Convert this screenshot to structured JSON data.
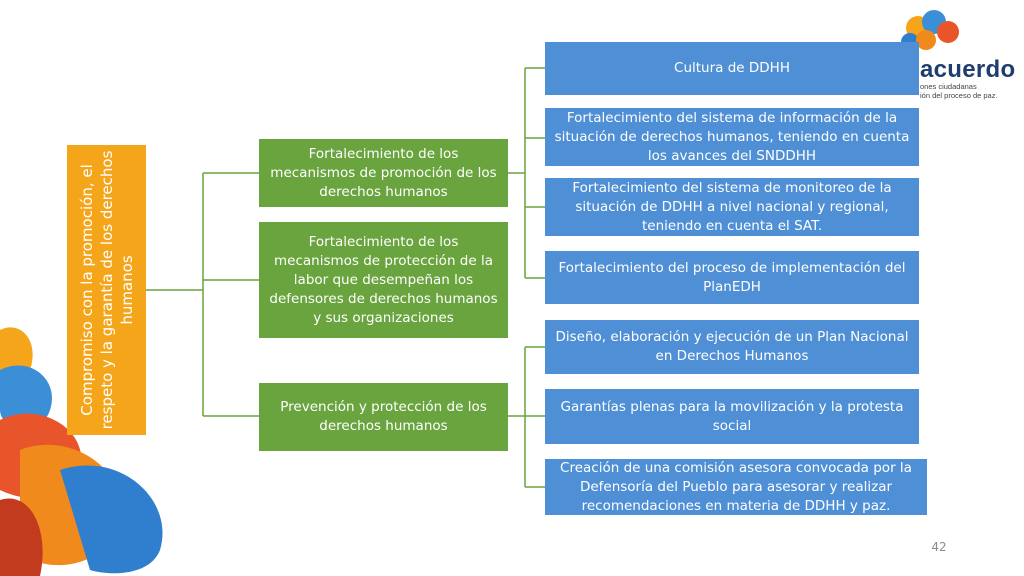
{
  "root": {
    "label": "Compromiso con la promoción, el respeto y la garantía de los derechos humanos"
  },
  "branches": [
    {
      "label": "Fortalecimiento de los mecanismos de promoción de los derechos humanos"
    },
    {
      "label": "Fortalecimiento de los mecanismos de protección de la labor que desempeñan los defensores de derechos humanos y sus organizaciones"
    },
    {
      "label": "Prevención y protección de los derechos humanos"
    }
  ],
  "leaves": [
    {
      "label": "Cultura de DDHH"
    },
    {
      "label": "Fortalecimiento del sistema de información de la situación de derechos humanos, teniendo en cuenta los avances del SNDDHH"
    },
    {
      "label": "Fortalecimiento del sistema de monitoreo de la situación de DDHH a nivel nacional y regional, teniendo en cuenta el SAT."
    },
    {
      "label": "Fortalecimiento del proceso de implementación del PlanEDH"
    },
    {
      "label": "Diseño, elaboración y ejecución de un Plan Nacional en Derechos Humanos"
    },
    {
      "label": "Garantías plenas para la movilización y la protesta social"
    },
    {
      "label": "Creación de una comisión asesora convocada por la Defensoría del Pueblo para asesorar y realizar recomendaciones en materia de DDHH y paz."
    }
  ],
  "logo": {
    "word": "acuerdo",
    "subtitle_line1": "ones ciudadanas",
    "subtitle_line2": "ión del proceso de paz."
  },
  "page_number": "42",
  "colors": {
    "root": "#f5a51a",
    "branch": "#6aa43e",
    "leaf": "#4f8fd5",
    "connector": "#6aa43e"
  }
}
